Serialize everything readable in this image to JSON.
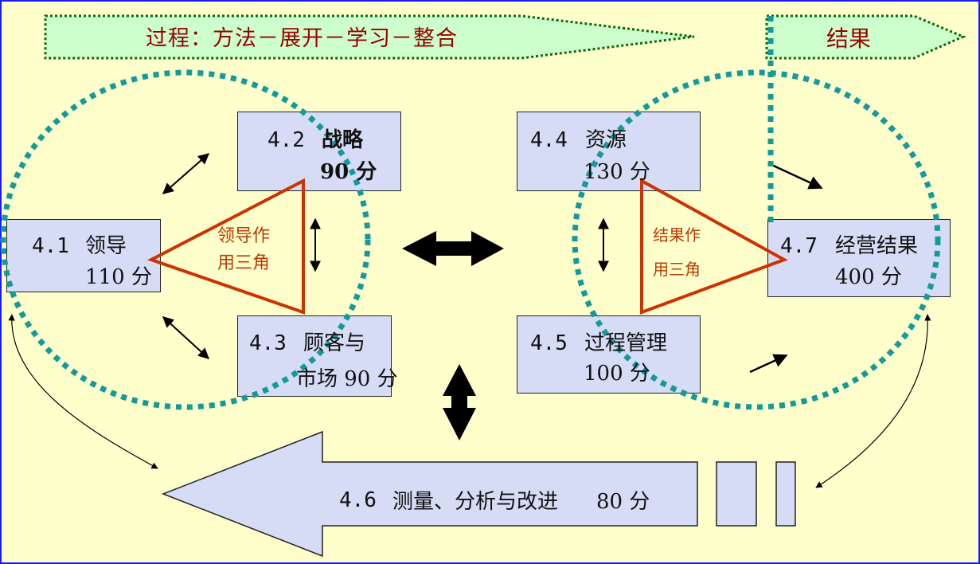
{
  "banners": {
    "process": "过程：方法－展开－学习－整合",
    "results": "结果"
  },
  "boxes": {
    "leadership": {
      "code": "4.1",
      "name": "领导",
      "score": "110 分"
    },
    "strategy": {
      "code": "4.2",
      "name": "战略",
      "score": "90 分"
    },
    "customer": {
      "code": "4.3",
      "name": "顾客与",
      "name2": "市场 90 分"
    },
    "resources": {
      "code": "4.4",
      "name": "资源",
      "score": "130 分"
    },
    "process_mgmt": {
      "code": "4.5",
      "name": "过程管理",
      "score": "100 分"
    },
    "measurement": {
      "code": "4.6",
      "name": "测量、分析与改进",
      "score": "80 分"
    },
    "results": {
      "code": "4.7",
      "name": "经营结果",
      "score": "400 分"
    }
  },
  "triangles": {
    "leadership": {
      "line1": "领导作",
      "line2": "用三角"
    },
    "results": {
      "line1": "结果作",
      "line2": "用三角"
    }
  },
  "colors": {
    "background": "#ffffcc",
    "banner_fill": "#ccffcc",
    "box_fill": "#d6dcf5",
    "triangle": "#cc3300",
    "dotted_circle": "#139b9b",
    "label_red": "#990000"
  }
}
